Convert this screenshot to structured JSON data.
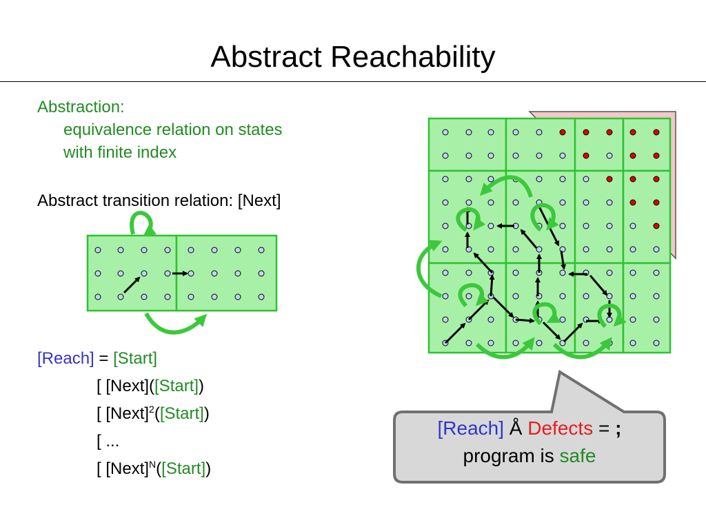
{
  "title": "Abstract Reachability",
  "abstraction": {
    "heading": "Abstraction:",
    "line1": "equivalence relation on states",
    "line2": "with finite index"
  },
  "transition": {
    "label": "Abstract transition relation: [Next]"
  },
  "reach": {
    "lhs": "[Reach]",
    "eq": " = ",
    "start": "[Start]",
    "union": "[",
    "next": " [Next](",
    "next2": " [Next]",
    "exp2": "2",
    "paren_open": "(",
    "paren_close": ")",
    "ellipsis": " ...",
    "expN": "N"
  },
  "callout": {
    "reach": "[Reach]",
    "intersect": " Å ",
    "defects": "Defects",
    "eq": " = ",
    "empty": ";",
    "program_is": "program is ",
    "safe": "safe"
  },
  "colors": {
    "cell_fill": "#A8F0A8",
    "cell_stroke": "#2EC22E",
    "arrow_green": "#3CC83C",
    "defect_fill": "#F4C8C8",
    "defect_dot": "#DD0000",
    "state_dot": "#BFD6F2",
    "callout_fill": "#D8D8D8",
    "callout_stroke": "#707070"
  },
  "icons": {
    "transition": "arrow-icon",
    "self_loop": "self-loop-arrow-icon",
    "abstract_step": "curved-arrow-icon"
  }
}
